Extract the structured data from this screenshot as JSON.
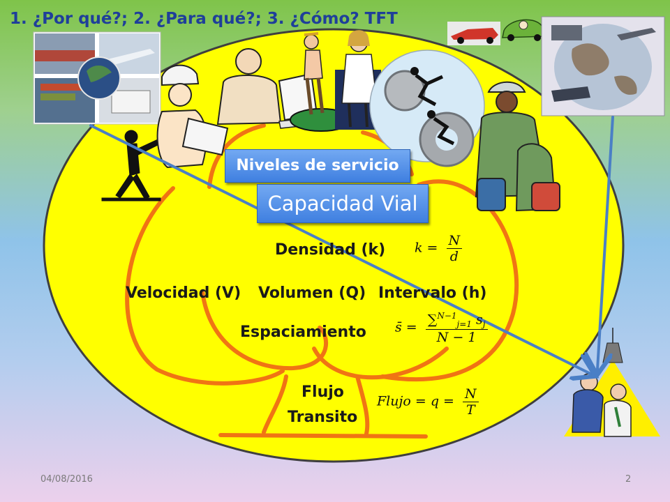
{
  "slide": {
    "title": "1. ¿Por qué?; 2. ¿Para qué?; 3. ¿Cómo? TFT",
    "labels": {
      "niveles": "Niveles de servicio",
      "capacidad": "Capacidad Vial",
      "densidad": "Densidad (k)",
      "velocidad": "Velocidad (V)",
      "volumen": "Volumen (Q)",
      "intervalo": "Intervalo (h)",
      "espaciamiento": "Espaciamiento",
      "flujo_line1": "Flujo",
      "flujo_line2": "Transito"
    },
    "formulas": {
      "densidad_lhs": "k =",
      "densidad_num": "N",
      "densidad_den": "d",
      "espaciamiento_lhs": "s̄ =",
      "espaciamiento_num_sum": "∑",
      "espaciamiento_num_sup": "N−1",
      "espaciamiento_num_sub": "j=1",
      "espaciamiento_num_term": "s",
      "espaciamiento_num_term_sub": "j",
      "espaciamiento_den": "N − 1",
      "flujo_lhs": "Flujo = q =",
      "flujo_num": "N",
      "flujo_den": "T"
    },
    "footer": {
      "date": "04/08/2016",
      "page": "2"
    }
  },
  "colors": {
    "oval_fill": "#ffff00",
    "oval_stroke": "#3f3f3f",
    "arc_orange": "#f07414",
    "arrow_blue": "#4a7fc6",
    "title_blue": "#1f3f9a",
    "box_blue": "#4a87e6"
  },
  "icons": [
    "logistics-photo-collage-icon",
    "race-car-icon",
    "cartoon-car-icon",
    "globe-transport-icon",
    "fencer-icon",
    "worker-with-plans-icon",
    "businessman-at-computer-icon",
    "golfer-icon",
    "doctor-icon",
    "gears-runners-icon",
    "traveler-icon",
    "interrogation-icon"
  ]
}
